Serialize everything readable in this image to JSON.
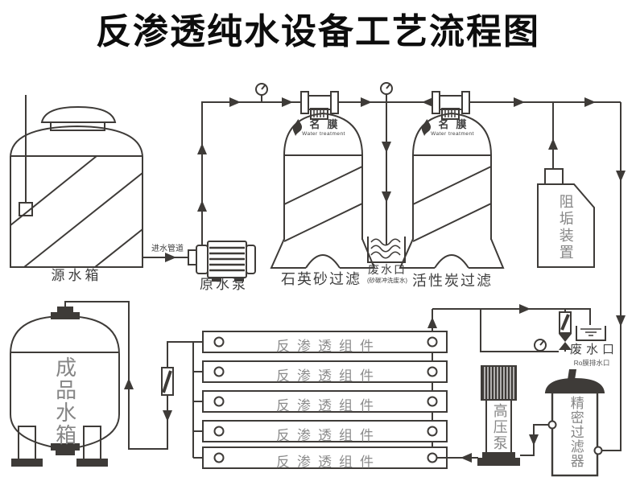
{
  "title": "反渗透纯水设备工艺流程图",
  "colors": {
    "line": "#3e3b38",
    "vessel_text": "#8c8c8c",
    "label_text": "#3f3f3f"
  },
  "diagram": {
    "source_tank": {
      "label": "源水箱"
    },
    "inlet_pipe": {
      "label": "进水管道"
    },
    "raw_water_pump": {
      "label": "原水泵"
    },
    "sand_filter": {
      "label": "石英砂过滤",
      "brand": "名膜",
      "brand_sub": "Water treatment"
    },
    "carbon_filter": {
      "label": "活性炭过滤",
      "brand": "名膜",
      "brand_sub": "Water treatment"
    },
    "backwash_drain": {
      "label": "废水口",
      "note": "(砂碳冲洗废水)"
    },
    "antiscalant": {
      "label": "阻垢装置"
    },
    "product_tank": {
      "label": "成品水箱"
    },
    "ro_module": {
      "label": "反渗透组件",
      "count": 5
    },
    "high_pressure_pump": {
      "label": "高压泵"
    },
    "precision_filter": {
      "label": "精密过滤器"
    },
    "ro_drain": {
      "label": "废水口",
      "note": "Ro膜排水口"
    }
  }
}
